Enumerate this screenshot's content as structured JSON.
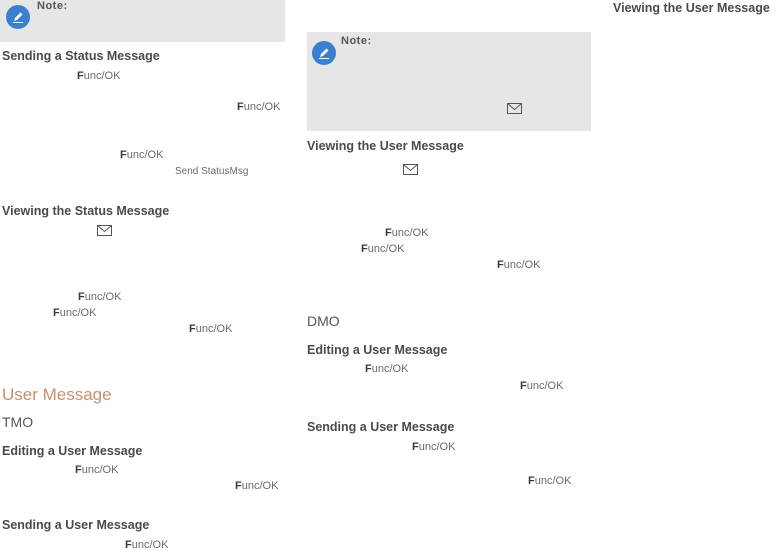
{
  "notes": {
    "left": "Note:",
    "mid": "Note:"
  },
  "headings": {
    "sending_status": "Sending a Status Message",
    "viewing_status": "Viewing the Status Message",
    "user_message": "User Message",
    "tmo": "TMO",
    "editing_user_tmo": "Editing a User Message",
    "sending_user_tmo": "Sending a User Message",
    "viewing_user_mid": "Viewing the User Message",
    "dmo": "DMO",
    "editing_user_dmo": "Editing a User Message",
    "sending_user_dmo": "Sending a User Message",
    "viewing_user_right": "Viewing the User Message"
  },
  "keys": {
    "func_bold": "F",
    "func_rest": "unc",
    "ok": "/OK"
  },
  "menu": {
    "send_status": "Send StatusMsg"
  },
  "colors": {
    "note_bg": "#e6e6e6",
    "icon_blue": "#3b7fd0",
    "section_title": "#c9906a"
  }
}
